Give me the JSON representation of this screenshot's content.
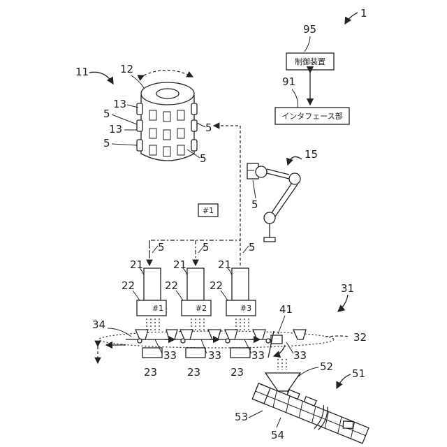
{
  "diagram": {
    "figure_number": "1",
    "controller": {
      "ref": "95",
      "label": "制御装置"
    },
    "interface": {
      "ref": "91",
      "label": "インタフェース部"
    },
    "storage": {
      "ref": "11",
      "top_ref": "12",
      "slot_refs": [
        "13",
        "13"
      ],
      "container_refs": [
        "5",
        "5",
        "5",
        "5"
      ]
    },
    "robot": {
      "ref": "15",
      "container_ref": "5"
    },
    "route_label": "#1",
    "units": [
      {
        "container_ref": "5",
        "body_ref": "21",
        "head_ref": "22",
        "label": "#1",
        "base_ref": "23",
        "cup_ref": "33"
      },
      {
        "container_ref": "5",
        "body_ref": "21",
        "head_ref": "22",
        "label": "#2",
        "base_ref": "23",
        "cup_ref": "33"
      },
      {
        "container_ref": "5",
        "body_ref": "21",
        "head_ref": "22",
        "label": "#3",
        "base_ref": "23",
        "cup_ref": "33"
      }
    ],
    "conveyor": {
      "ref": "31",
      "track_ref": "32",
      "belt_ref": "34",
      "extra_cup_ref": "33"
    },
    "gate": {
      "ref": "41"
    },
    "hopper": {
      "ref": "52"
    },
    "screw": {
      "ref": "51",
      "body_ref": "53",
      "bottom_ref": "54"
    }
  }
}
